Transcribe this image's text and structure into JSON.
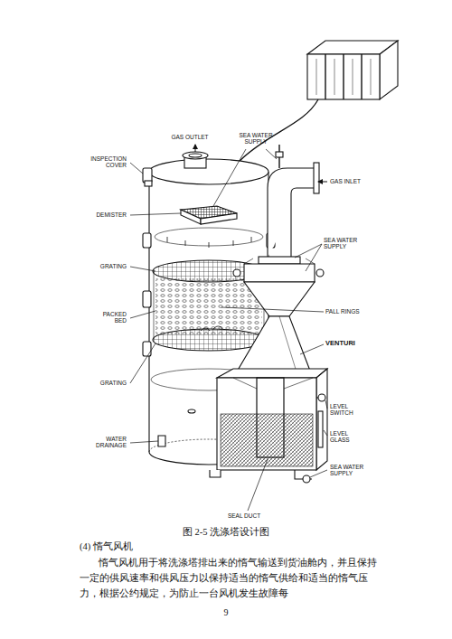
{
  "diagram": {
    "caption": "图 2-5 洗涤塔设计图",
    "labels": [
      "GAS OUTLET",
      "INSPECTION COVER",
      "SEA WATER SUPPLY",
      "GAS INLET",
      "DEMISTER",
      "SEA WATER SUPPLY",
      "GRATING",
      "PALL RINGS",
      "PACKED BED",
      "VENTURI",
      "GRATING",
      "LEVEL SWITCH",
      "LEVEL GLASS",
      "WATER DRAINAGE",
      "SEAL DUCT",
      "SEA WATER SUPPLY",
      "(4) 惰气风机",
      "惰气风机用于将洗涤塔排出来的惰气输送到货油舱内，并且保持一定的供风速率和供风压力以保持适当的惰气供给和适当的惰气压力，根据公约规定，为防止一台风机发生故障每",
      "9"
    ]
  }
}
